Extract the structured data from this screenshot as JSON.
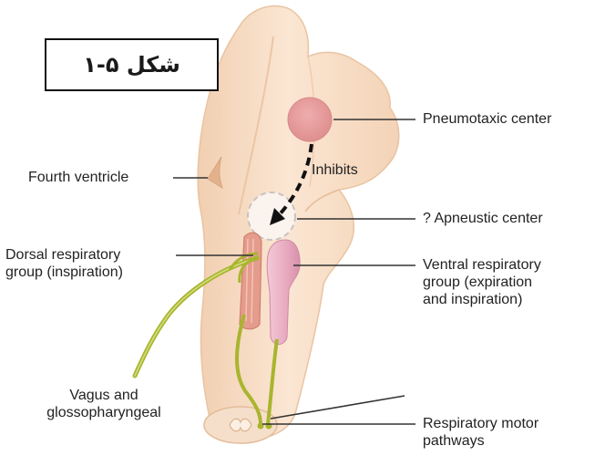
{
  "title": "شکل ۵-۱",
  "labels": {
    "pneumotaxic_center": "Pneumotaxic center",
    "inhibits": "Inhibits",
    "fourth_ventricle": "Fourth ventricle",
    "apneustic_center": "? Apneustic center",
    "dorsal_group": "Dorsal respiratory\ngroup (inspiration)",
    "ventral_group": "Ventral respiratory\ngroup (expiration\nand inspiration)",
    "vagus": "Vagus and\nglossopharyngeal",
    "motor_pathways": "Respiratory motor\npathways"
  },
  "colors": {
    "brainstem": "#f8dcc4",
    "brainstem_shade": "#efc6a4",
    "pneumotaxic": "#e79a9a",
    "ventral_group": "#eab3c6",
    "dorsal_group": "#e8a08f",
    "nerve": "#a8b52e",
    "leader_line": "#333333"
  }
}
